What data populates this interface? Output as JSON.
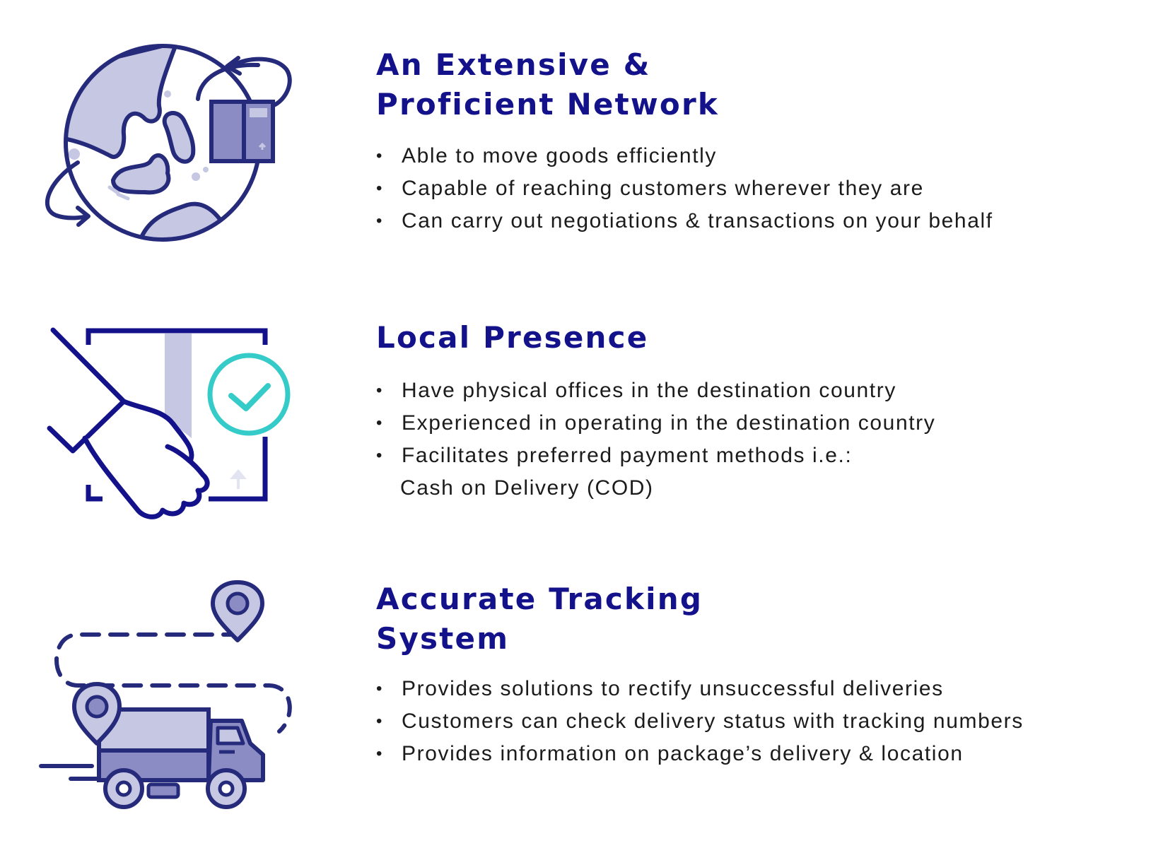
{
  "colors": {
    "navy": "#262a7a",
    "title_blue": "#13128a",
    "lavender": "#c6c7e3",
    "mid_purple": "#8c8cc4",
    "teal": "#35cbc8"
  },
  "sections": [
    {
      "icon": "globe-with-package-icon",
      "title_lines": [
        "An Extensive &",
        "Proficient Network"
      ],
      "bullets": [
        "Able to move goods efficiently",
        "Capable of reaching customers wherever they are",
        "Can carry out negotiations & transactions on your behalf"
      ]
    },
    {
      "icon": "hand-with-package-check-icon",
      "title_lines": [
        "Local Presence"
      ],
      "bullets": [
        "Have physical offices in the destination country",
        "Experienced in operating in the destination country",
        "Facilitates preferred payment methods i.e.:"
      ],
      "bullet_continuation": "Cash on Delivery (COD)"
    },
    {
      "icon": "delivery-truck-route-icon",
      "title_lines": [
        "Accurate Tracking",
        "System"
      ],
      "bullets": [
        "Provides solutions to rectify unsuccessful deliveries",
        "Customers can check delivery status with tracking numbers",
        "Provides information on package’s delivery & location"
      ]
    }
  ]
}
